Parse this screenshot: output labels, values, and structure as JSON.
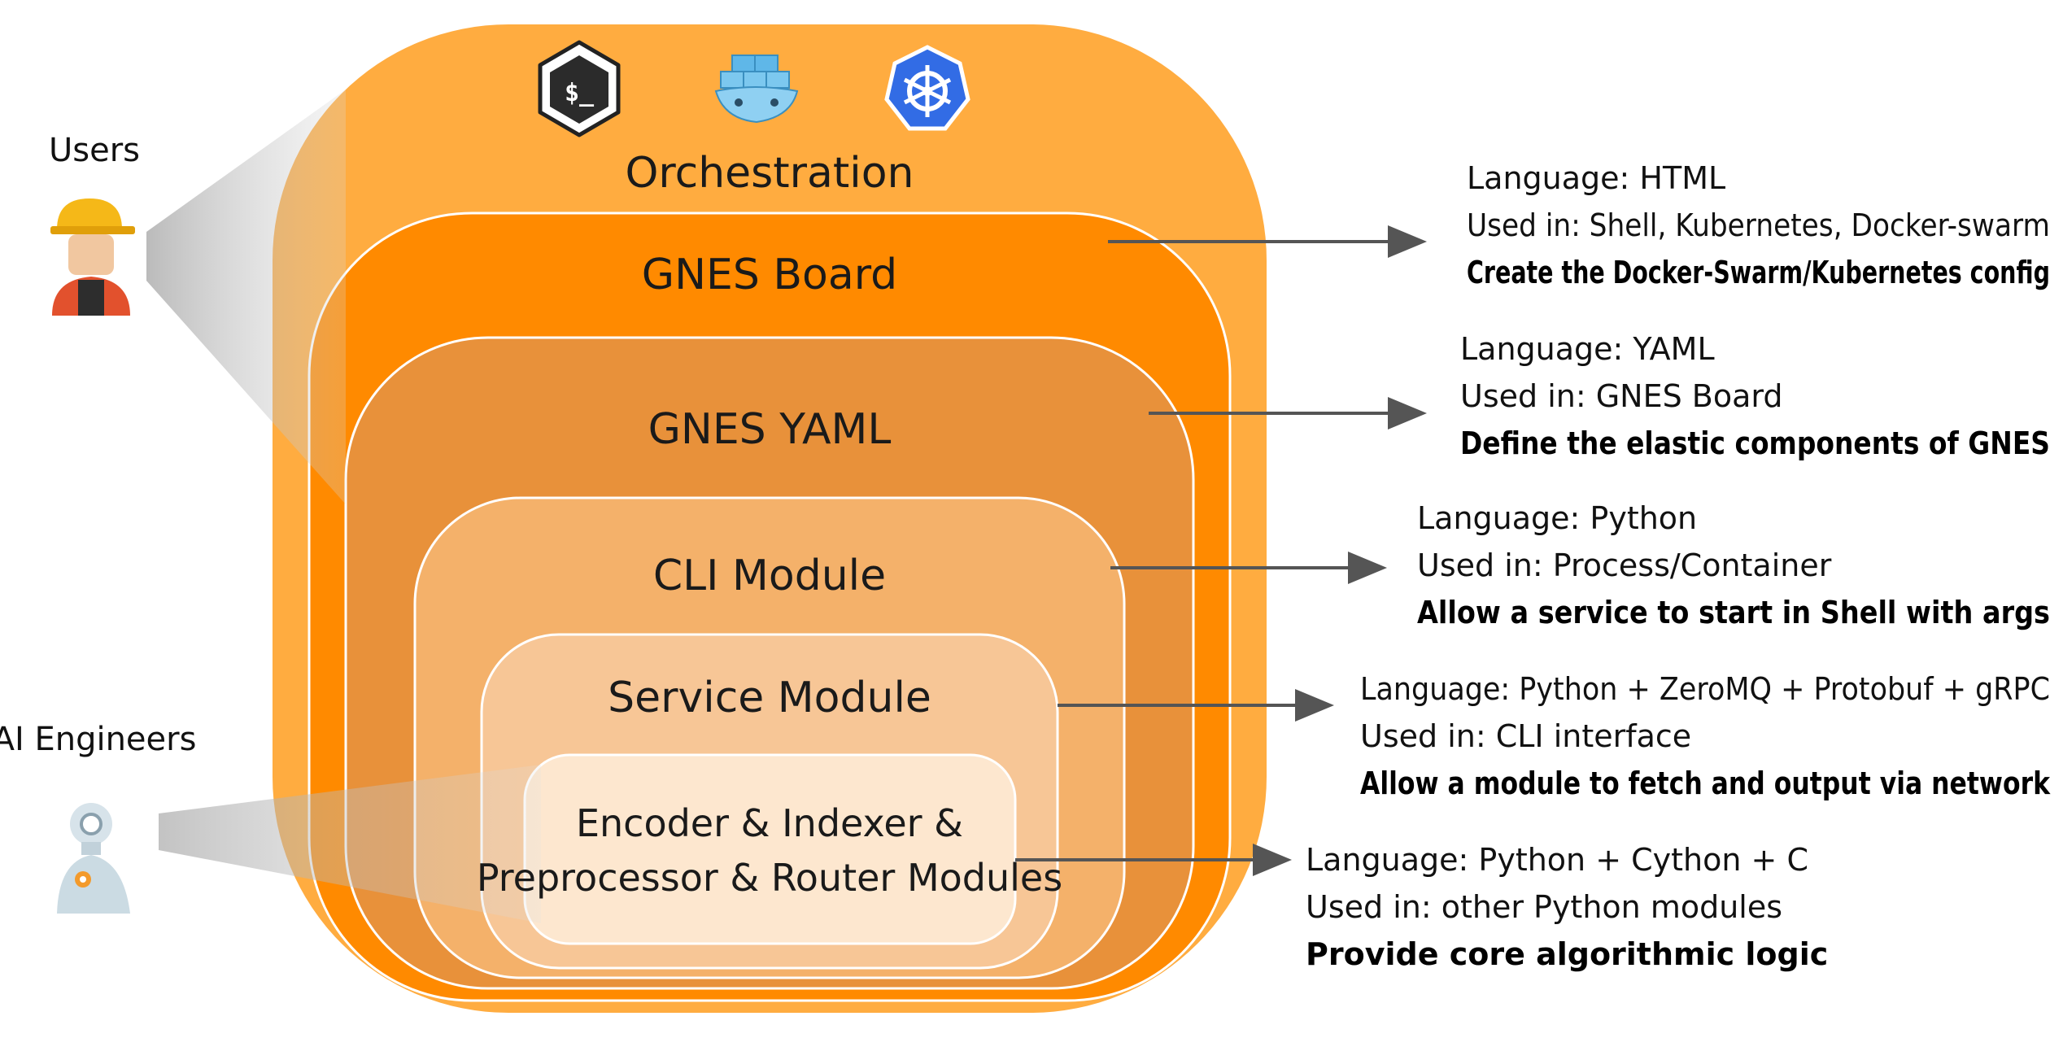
{
  "colors": {
    "orchestration": "#FFAC40",
    "board": "#FF8A00",
    "yaml": "#E8913A",
    "cli": "#F4B16A",
    "service": "#F7C696",
    "core": "#FDE7CF",
    "arrow": "#555555"
  },
  "icons": {
    "orchestration": [
      "bash-terminal-icon",
      "docker-icon",
      "kubernetes-icon"
    ],
    "terminal_glyph": "$_"
  },
  "users": {
    "users_label": "Users",
    "ai_engineers_label": "AI Engineers"
  },
  "layers": {
    "orchestration": "Orchestration",
    "board": "GNES Board",
    "yaml": "GNES YAML",
    "cli": "CLI Module",
    "service": "Service Module",
    "core_line1": "Encoder & Indexer &",
    "core_line2": "Preprocessor & Router Modules"
  },
  "descriptions": {
    "board": {
      "language": "Language: HTML",
      "used_in": "Used in: Shell, Kubernetes, Docker-swarm",
      "purpose": "Create the Docker-Swarm/Kubernetes config"
    },
    "yaml": {
      "language": "Language: YAML",
      "used_in": "Used in: GNES Board",
      "purpose": "Define the elastic components of GNES"
    },
    "cli": {
      "language": "Language: Python",
      "used_in": "Used in: Process/Container",
      "purpose": "Allow a service to start in Shell with args"
    },
    "service": {
      "language": "Language: Python + ZeroMQ + Protobuf + gRPC",
      "used_in": "Used in: CLI interface",
      "purpose": "Allow a module to fetch and output via network"
    },
    "core": {
      "language": "Language: Python + Cython + C",
      "used_in": "Used in: other Python modules",
      "purpose": "Provide core algorithmic logic"
    }
  }
}
